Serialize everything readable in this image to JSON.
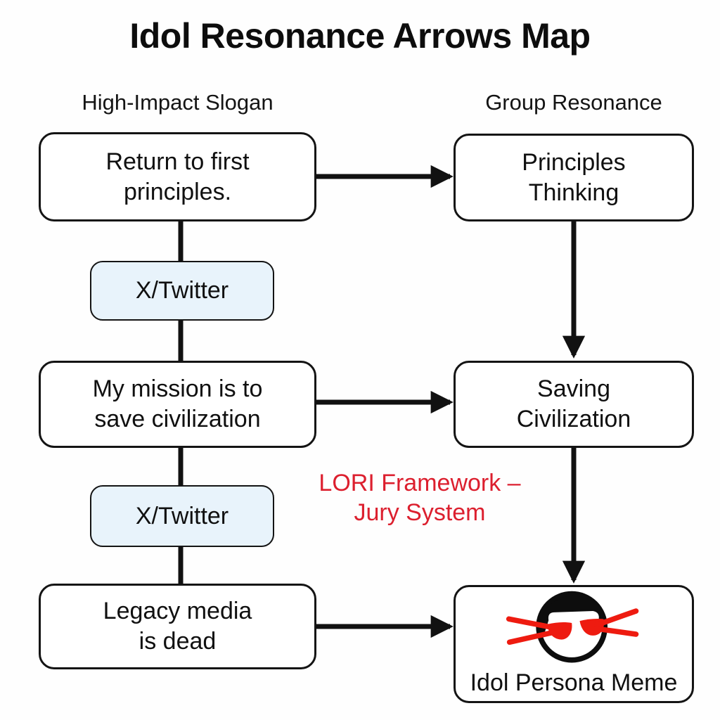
{
  "title": "Idol Resonance Arrows Map",
  "columns": {
    "left": "High-Impact Slogan",
    "right": "Group Resonance"
  },
  "slogans": [
    {
      "label": "Return to first principles.",
      "lines": [
        "Return to first",
        "principles."
      ]
    },
    {
      "label": "My mission is to save civilization",
      "lines": [
        "My mission is to",
        "save civilization"
      ]
    },
    {
      "label": "Legacy media is dead",
      "lines": [
        "Legacy media",
        "is dead"
      ]
    }
  ],
  "platforms": [
    {
      "label": "X/Twitter"
    },
    {
      "label": "X/Twitter"
    }
  ],
  "resonance": [
    {
      "label": "Principles Thinking",
      "lines": [
        "Principles",
        "Thinking"
      ]
    },
    {
      "label": "Saving Civilization",
      "lines": [
        "Saving",
        "Civilization"
      ]
    },
    {
      "label": "Idol Persona Meme"
    }
  ],
  "annotation": {
    "label": "LORI Framework – Jury System",
    "lines": [
      "LORI Framework –",
      "Jury System"
    ]
  },
  "icons": {
    "meme_face": "laser-eyes-face-icon"
  },
  "edges": [
    {
      "from": "Return to first principles.",
      "to": "Principles Thinking",
      "style": "arrow"
    },
    {
      "from": "My mission is to save civilization",
      "to": "Saving Civilization",
      "style": "arrow"
    },
    {
      "from": "Legacy media is dead",
      "to": "Idol Persona Meme",
      "style": "arrow"
    },
    {
      "from": "Principles Thinking",
      "to": "Saving Civilization",
      "style": "arrow"
    },
    {
      "from": "Saving Civilization",
      "to": "Idol Persona Meme",
      "style": "arrow"
    },
    {
      "from": "Return to first principles.",
      "to": "My mission is to save civilization",
      "via": "X/Twitter",
      "style": "line"
    },
    {
      "from": "My mission is to save civilization",
      "to": "Legacy media is dead",
      "via": "X/Twitter",
      "style": "line"
    }
  ],
  "colors": {
    "background": "#fefefe",
    "node_border": "#141414",
    "platform_fill": "#e8f3fb",
    "arrow": "#111111",
    "annotation_red": "#dc1f2e",
    "laser_red": "#ee1b10",
    "hair_black": "#0d0d0d"
  }
}
